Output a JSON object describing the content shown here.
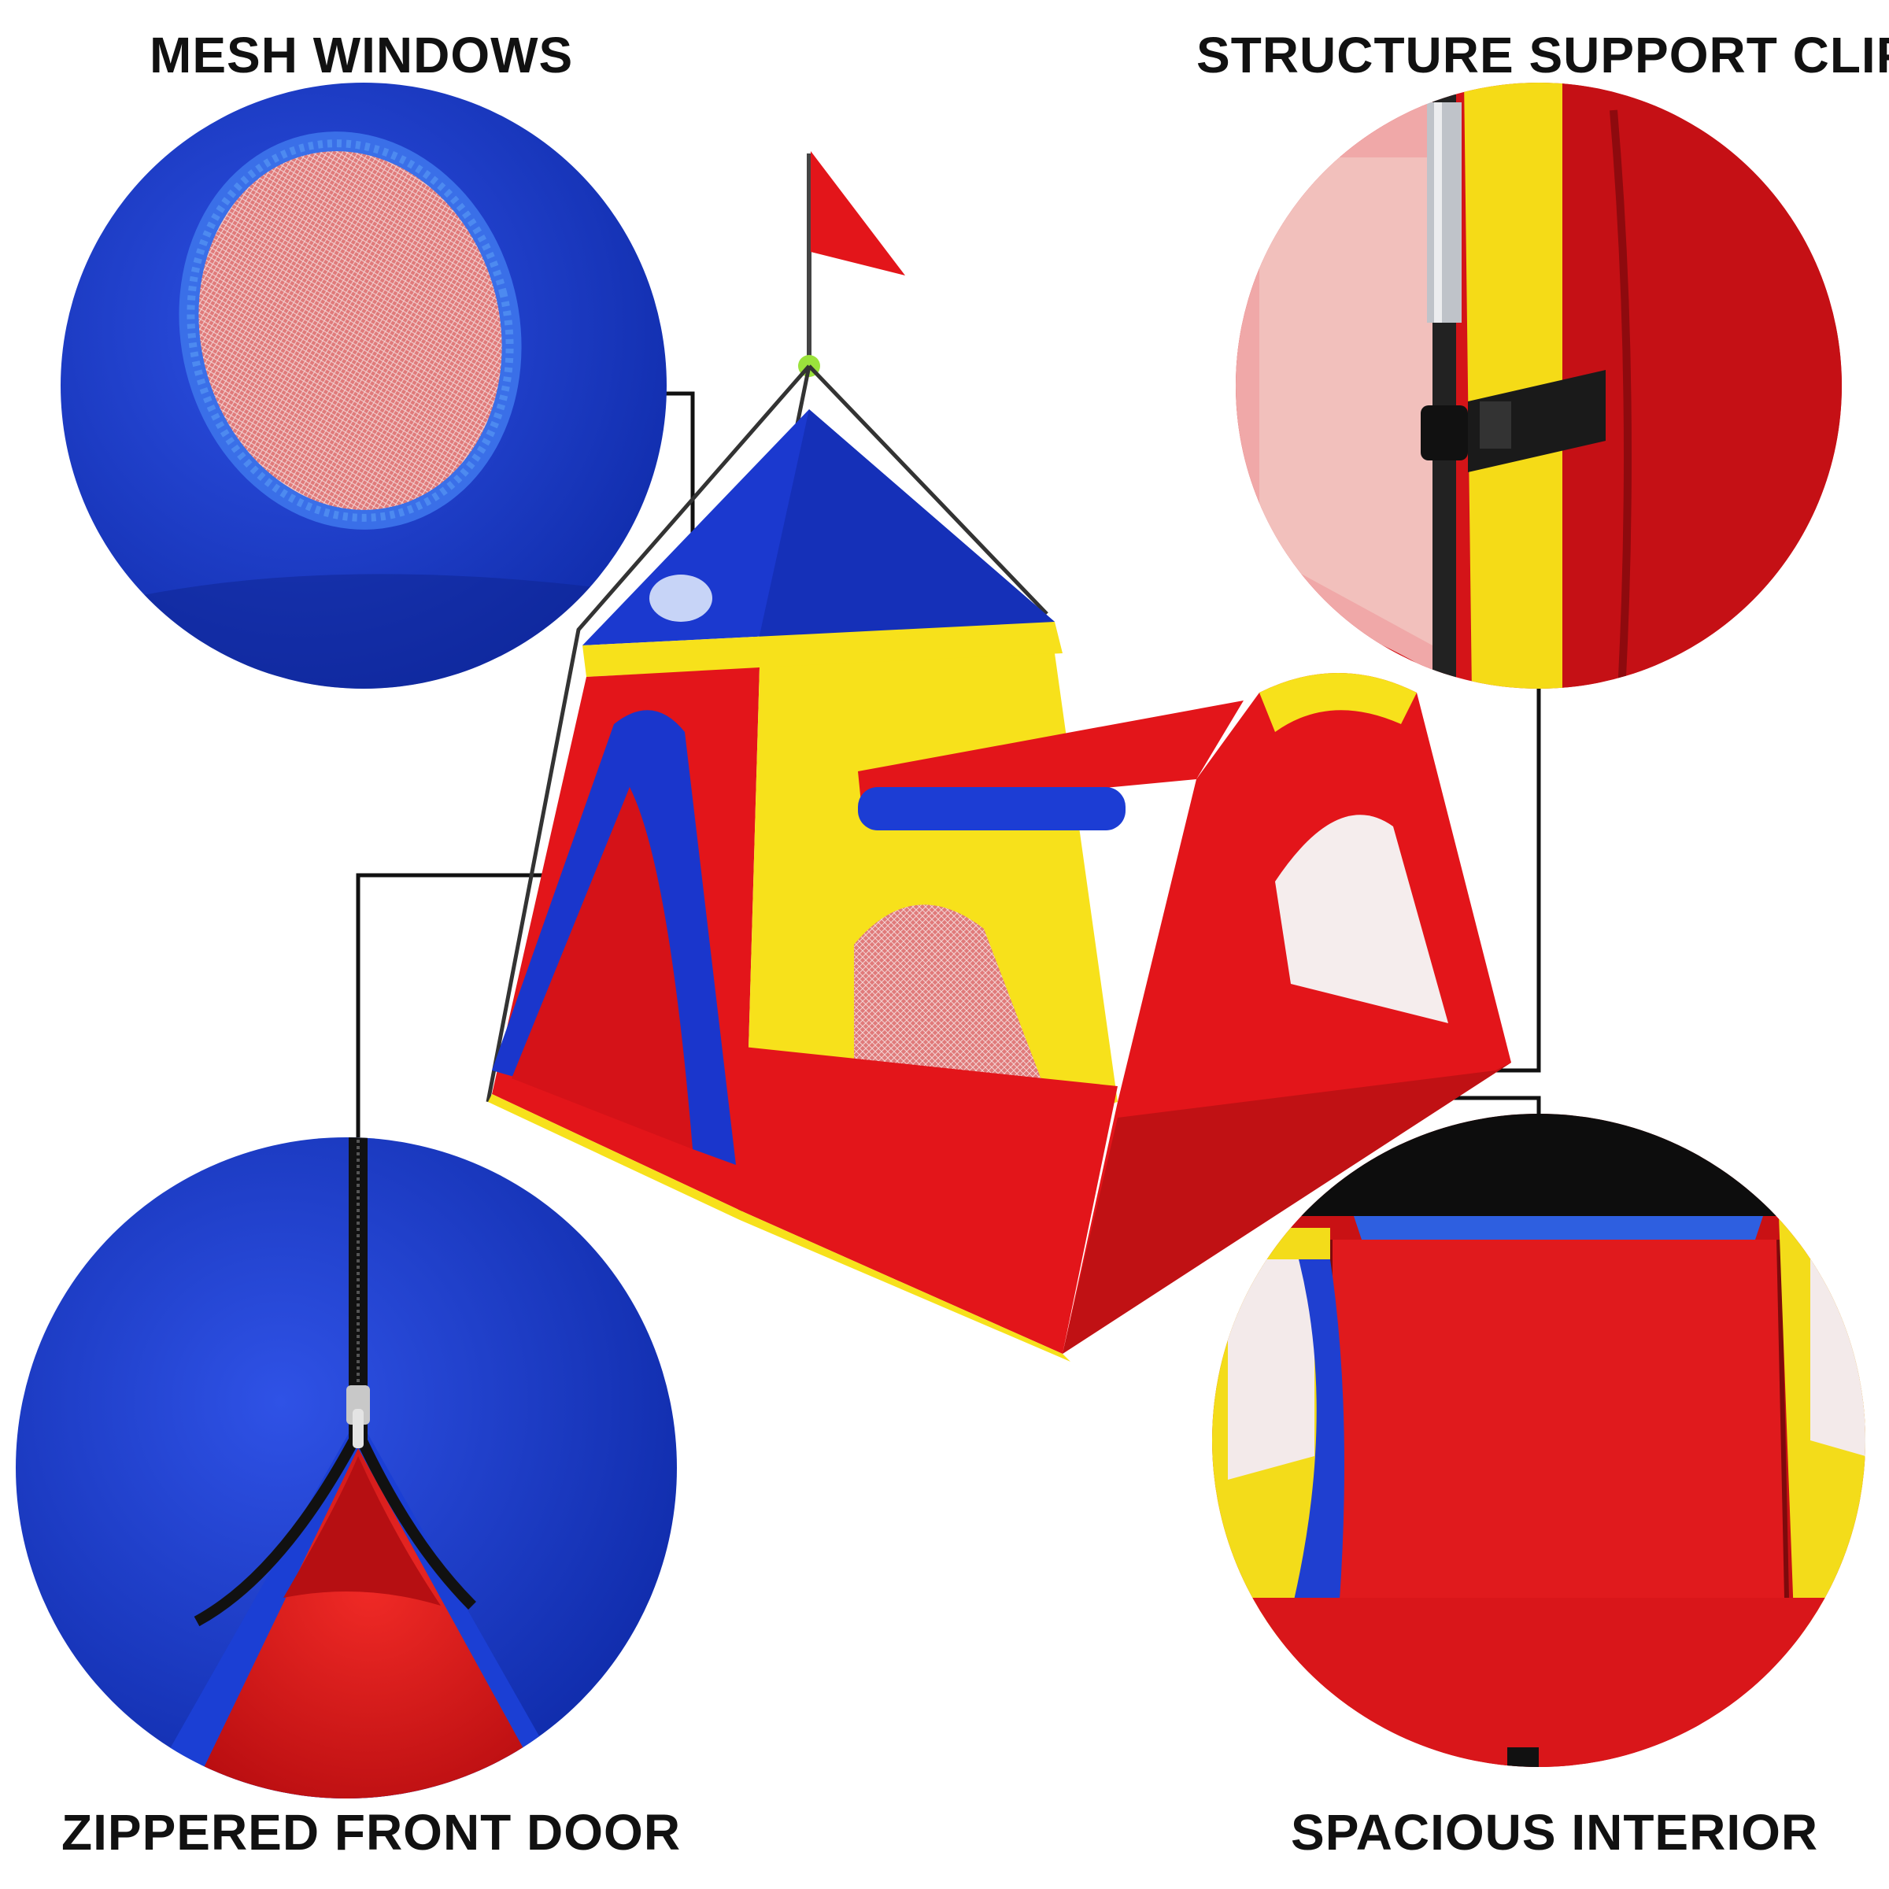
{
  "callouts": [
    {
      "id": "mesh",
      "label": "MESH WINDOWS"
    },
    {
      "id": "clips",
      "label": "STRUCTURE SUPPORT CLIPS"
    },
    {
      "id": "door",
      "label": "ZIPPERED FRONT DOOR"
    },
    {
      "id": "interior",
      "label": "SPACIOUS INTERIOR"
    }
  ],
  "colors": {
    "tent_red": "#e3151a",
    "tent_blue": "#1436c8",
    "tent_yellow": "#f7e11b",
    "mesh_pink": "#e48080",
    "leader_line": "#111111"
  }
}
